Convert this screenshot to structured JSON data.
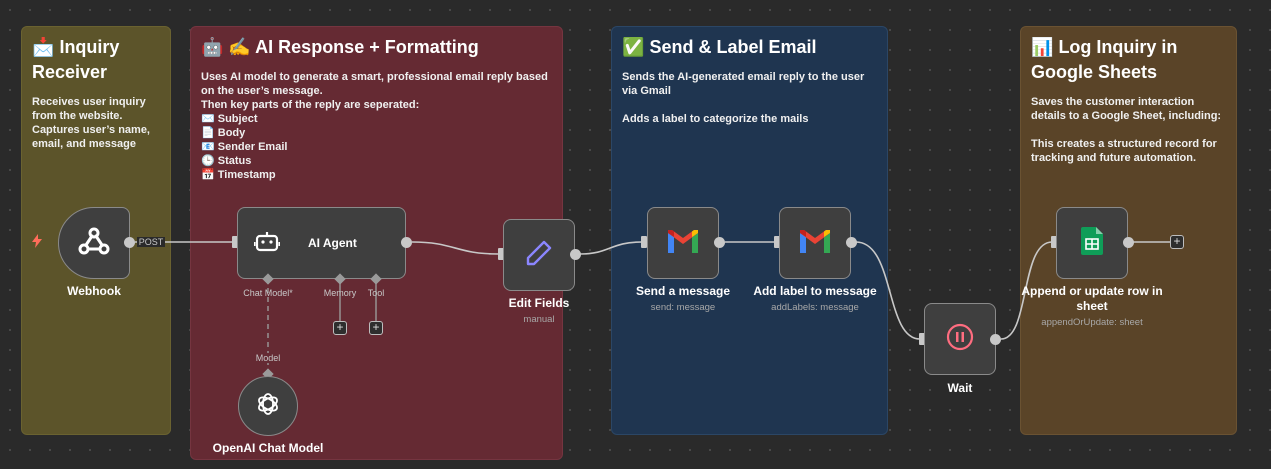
{
  "sticky_notes": [
    {
      "emoji": "📩",
      "title": "Inquiry Receiver",
      "body": "Receives user inquiry from the website.\nCaptures user’s name, email, and message"
    },
    {
      "emoji": "🤖 ✍️",
      "title": "AI Response + Formatting",
      "body": "Uses AI model to generate a smart, professional email reply based on the user’s message.\nThen key parts of the reply are seperated:\n✉️ Subject\n📄 Body\n📧 Sender Email\n🕒 Status\n📅 Timestamp"
    },
    {
      "emoji": "✅",
      "title": "Send & Label Email",
      "body": "Sends the AI-generated email reply to the user via Gmail\n\nAdds a label to categorize the mails"
    },
    {
      "emoji": "📊",
      "title": "Log Inquiry in Google Sheets",
      "body": "Saves the customer interaction details to a Google Sheet, including:\n\nThis creates a structured record for tracking and future automation."
    }
  ],
  "nodes": {
    "webhook": {
      "title": "Webhook",
      "output_label": "POST",
      "trigger_icon": "lightning-icon",
      "icon": "webhook-icon"
    },
    "ai_agent": {
      "title": "AI Agent",
      "icon": "robot-icon",
      "ports": {
        "chat_model": "Chat Model*",
        "memory": "Memory",
        "tool": "Tool"
      }
    },
    "openai": {
      "title": "OpenAI Chat Model",
      "port_label": "Model",
      "icon": "openai-icon"
    },
    "edit_fields": {
      "title": "Edit Fields",
      "subtitle": "manual",
      "icon": "pencil-icon"
    },
    "send_message": {
      "title": "Send a message",
      "subtitle": "send: message",
      "icon": "gmail-icon"
    },
    "add_label": {
      "title": "Add label to message",
      "subtitle": "addLabels: message",
      "icon": "gmail-icon"
    },
    "wait": {
      "title": "Wait",
      "icon": "pause-icon"
    },
    "sheets": {
      "title": "Append or update row in sheet",
      "subtitle": "appendOrUpdate: sheet",
      "icon": "google-sheets-icon"
    }
  },
  "colors": {
    "canvas": "#2a2a2a",
    "node_fill": "#3f3f3f",
    "node_border": "#8a8a8a",
    "connection": "#c8c8c8",
    "trigger": "#ff6d5a",
    "pencil": "#8b86ff",
    "wait": "#ff6d80",
    "sheets": "#0f9d58"
  }
}
